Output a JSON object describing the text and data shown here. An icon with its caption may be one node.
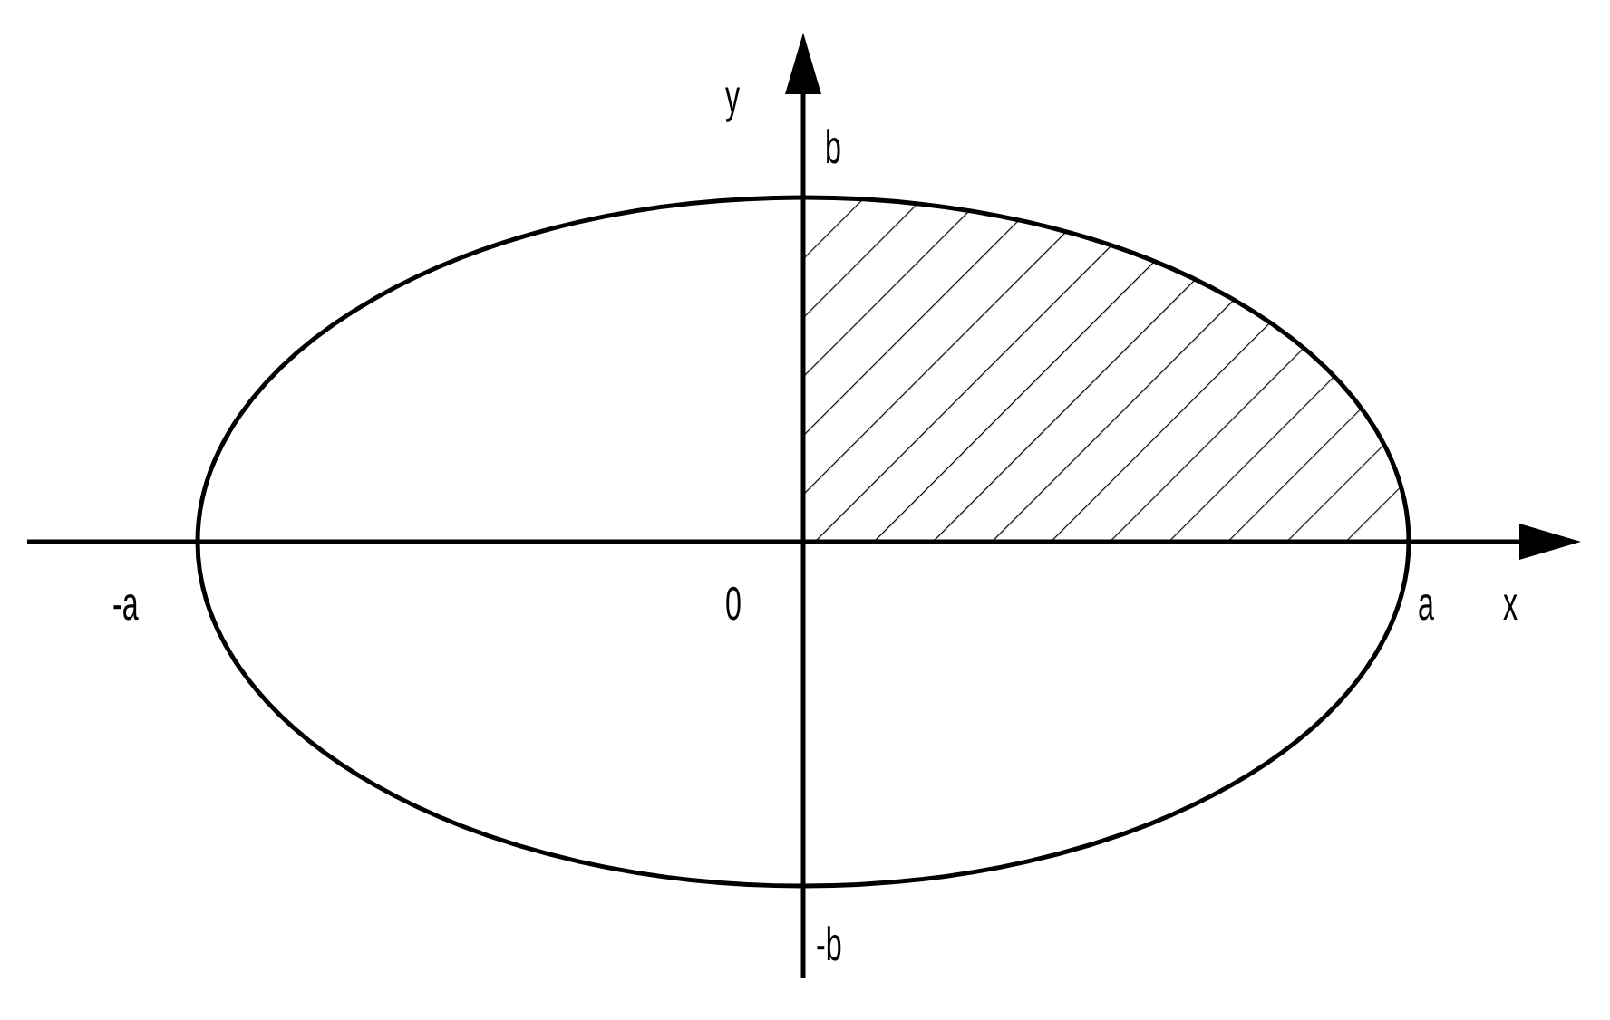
{
  "diagram": {
    "labels": [
      "y",
      "b",
      "-a",
      "0",
      "a",
      "x",
      "-b"
    ]
  }
}
